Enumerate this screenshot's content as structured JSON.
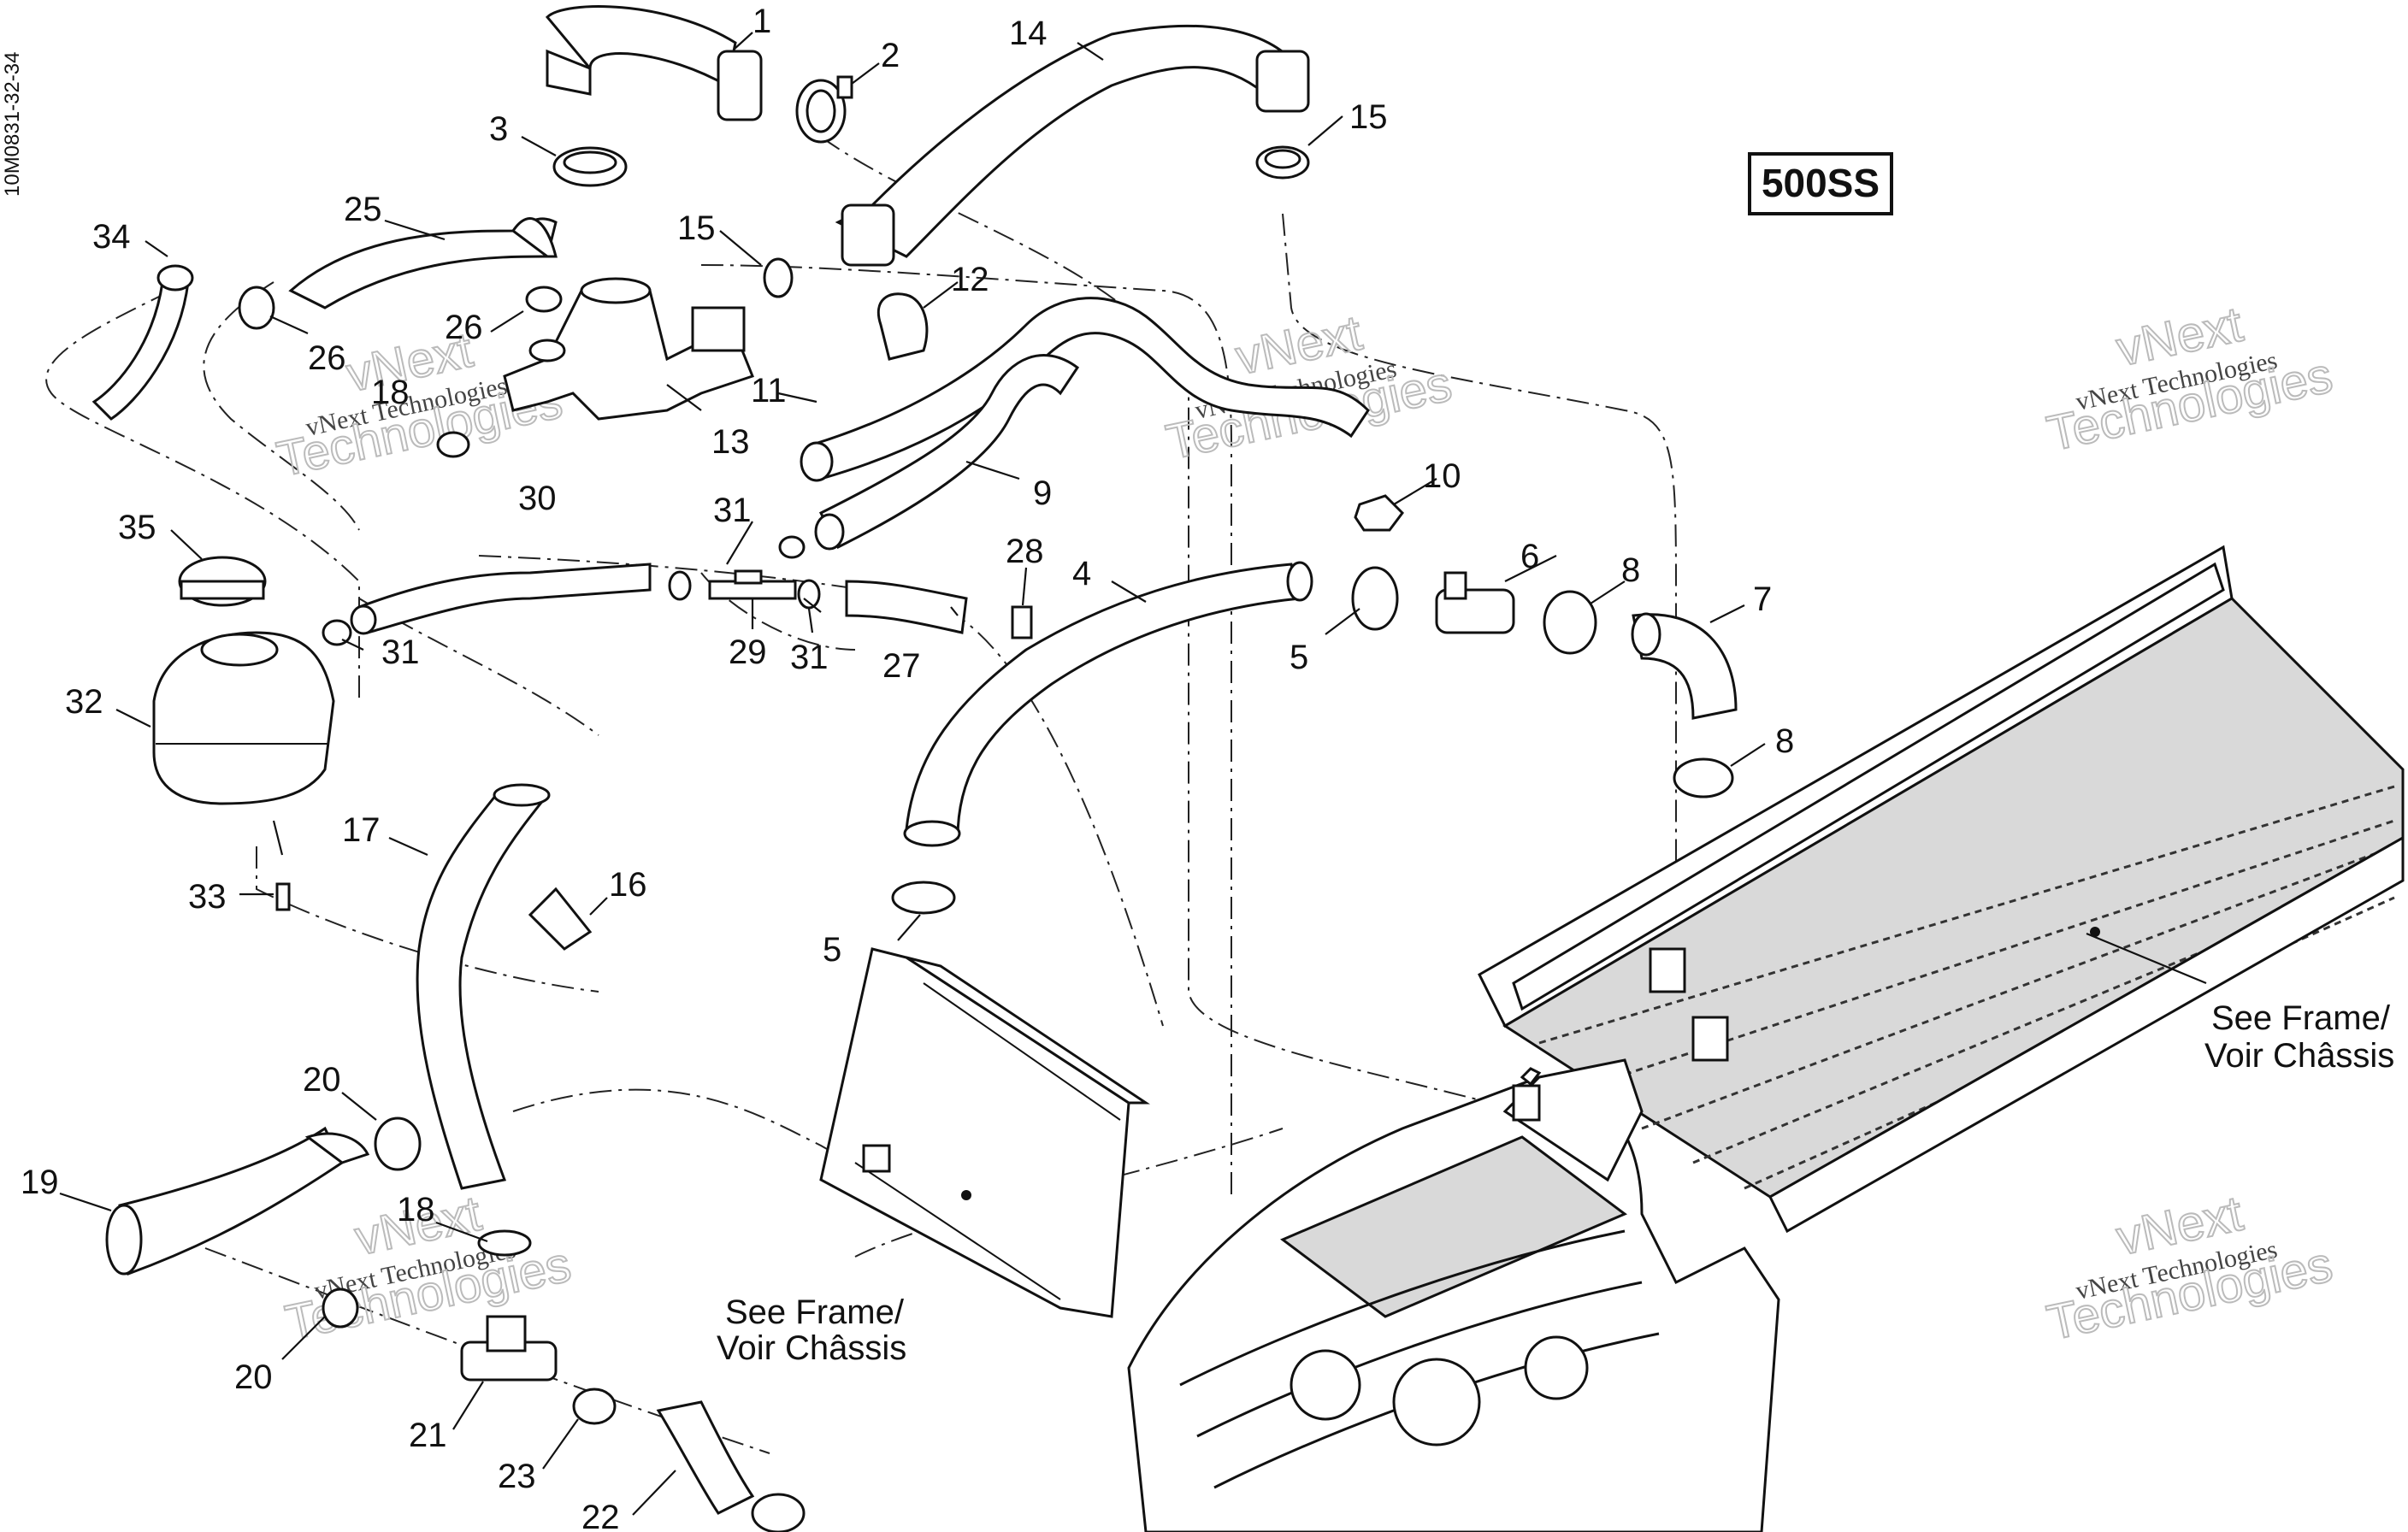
{
  "doc_code": "10M0831-32-34",
  "model_badge": "500SS",
  "callouts": [
    {
      "n": "1"
    },
    {
      "n": "2"
    },
    {
      "n": "3"
    },
    {
      "n": "4"
    },
    {
      "n": "5"
    },
    {
      "n": "5"
    },
    {
      "n": "6"
    },
    {
      "n": "7"
    },
    {
      "n": "8"
    },
    {
      "n": "8"
    },
    {
      "n": "9"
    },
    {
      "n": "10"
    },
    {
      "n": "11"
    },
    {
      "n": "12"
    },
    {
      "n": "13"
    },
    {
      "n": "14"
    },
    {
      "n": "15"
    },
    {
      "n": "15"
    },
    {
      "n": "16"
    },
    {
      "n": "17"
    },
    {
      "n": "18"
    },
    {
      "n": "18"
    },
    {
      "n": "19"
    },
    {
      "n": "20"
    },
    {
      "n": "20"
    },
    {
      "n": "21"
    },
    {
      "n": "22"
    },
    {
      "n": "23"
    },
    {
      "n": "25"
    },
    {
      "n": "26"
    },
    {
      "n": "26"
    },
    {
      "n": "27"
    },
    {
      "n": "28"
    },
    {
      "n": "29"
    },
    {
      "n": "30"
    },
    {
      "n": "31"
    },
    {
      "n": "31"
    },
    {
      "n": "31"
    },
    {
      "n": "32"
    },
    {
      "n": "33"
    },
    {
      "n": "34"
    },
    {
      "n": "35"
    }
  ],
  "references": [
    {
      "line1": "See Frame/",
      "line2": "Voir Châssis"
    },
    {
      "line1": "See Frame/",
      "line2": "Voir Châssis"
    }
  ],
  "watermark": {
    "line1": "vNext Technologies",
    "line2": "vNext",
    "line3": "Technologies"
  }
}
